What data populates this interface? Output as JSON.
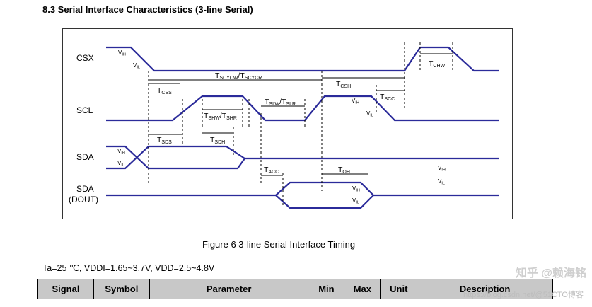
{
  "section_title": "8.3 Serial Interface Characteristics (3-line  Serial)",
  "signals": {
    "csx": "CSX",
    "scl": "SCL",
    "sda": "SDA",
    "sda_dout_1": "SDA",
    "sda_dout_2": "(DOUT)"
  },
  "levels": {
    "vih": "V",
    "vih_sub": "IH",
    "vil": "V",
    "vil_sub": "IL"
  },
  "timing_labels": {
    "tcss": {
      "main": "T",
      "sub": "CSS"
    },
    "tscyc": {
      "a": "T",
      "a_sub": "SCYCW",
      "sep": "/",
      "b": "T",
      "b_sub": "SCYCR"
    },
    "tcsh": {
      "main": "T",
      "sub": "CSH"
    },
    "tscc": {
      "main": "T",
      "sub": "SCC"
    },
    "tchw": {
      "main": "T",
      "sub": "CHW"
    },
    "tshw": {
      "a": "T",
      "a_sub": "SHW",
      "sep": "/",
      "b": "T",
      "b_sub": "SHR"
    },
    "tslw": {
      "a": "T",
      "a_sub": "SLW",
      "sep": "/",
      "b": "T",
      "b_sub": "SLR"
    },
    "tsds": {
      "main": "T",
      "sub": "SDS"
    },
    "tsdh": {
      "main": "T",
      "sub": "SDH"
    },
    "tacc": {
      "main": "T",
      "sub": "ACC"
    },
    "toh": {
      "main": "T",
      "sub": "OH"
    }
  },
  "caption": "Figure 6 3-line Serial Interface Timing",
  "conditions": "Ta=25 ℃, VDDI=1.65~3.7V, VDD=2.5~4.8V",
  "table": {
    "headers": [
      "Signal",
      "Symbol",
      "Parameter",
      "Min",
      "Max",
      "Unit",
      "Description"
    ]
  },
  "watermark": "知乎 @赖海铭",
  "watermark_url": "https://blog.csdn.net/@51CTO博客",
  "colors": {
    "waveform": "#2b2b9a",
    "grid": "#000000",
    "header_bg": "#c8c8c8"
  }
}
